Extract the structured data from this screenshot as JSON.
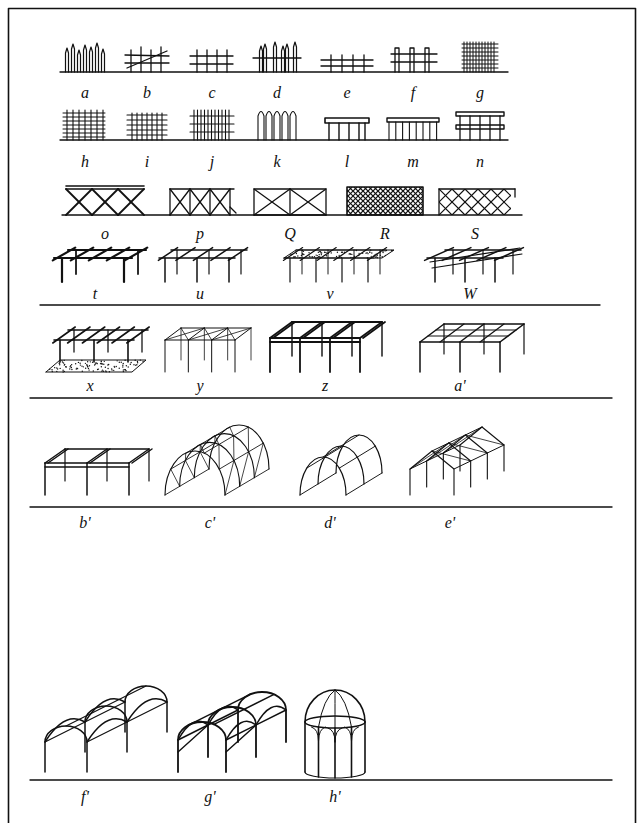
{
  "diagram": {
    "labels": [
      "a",
      "b",
      "c",
      "d",
      "e",
      "f",
      "g",
      "h",
      "i",
      "j",
      "k",
      "l",
      "m",
      "n",
      "o",
      "p",
      "Q",
      "R",
      "S",
      "t",
      "u",
      "v",
      "W",
      "x",
      "y",
      "z",
      "a'",
      "b'",
      "c'",
      "d'",
      "e'",
      "f'",
      "g'",
      "h'"
    ]
  }
}
